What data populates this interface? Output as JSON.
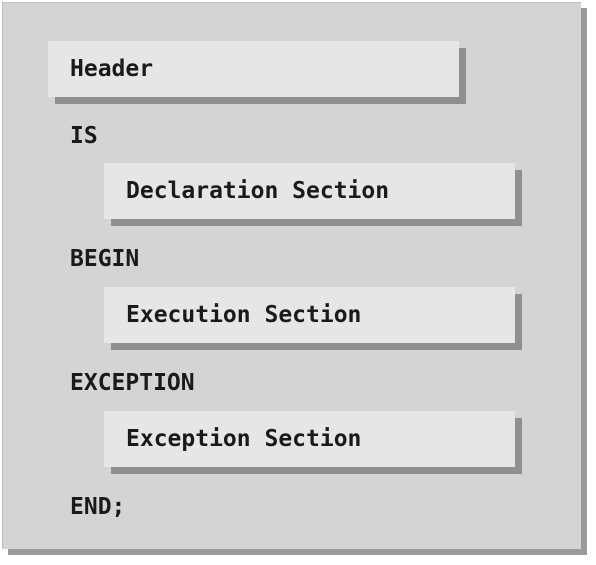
{
  "diagram": {
    "header": "Header",
    "is_keyword": "IS",
    "declaration_section": "Declaration Section",
    "begin_keyword": "BEGIN",
    "execution_section": "Execution Section",
    "exception_keyword": "EXCEPTION",
    "exception_section": "Exception Section",
    "end_keyword": "END;"
  },
  "colors": {
    "panel_background": "#d4d4d4",
    "box_background": "#e6e6e6",
    "box_shadow": "#8f8f8f",
    "text": "#1a1a1a"
  }
}
